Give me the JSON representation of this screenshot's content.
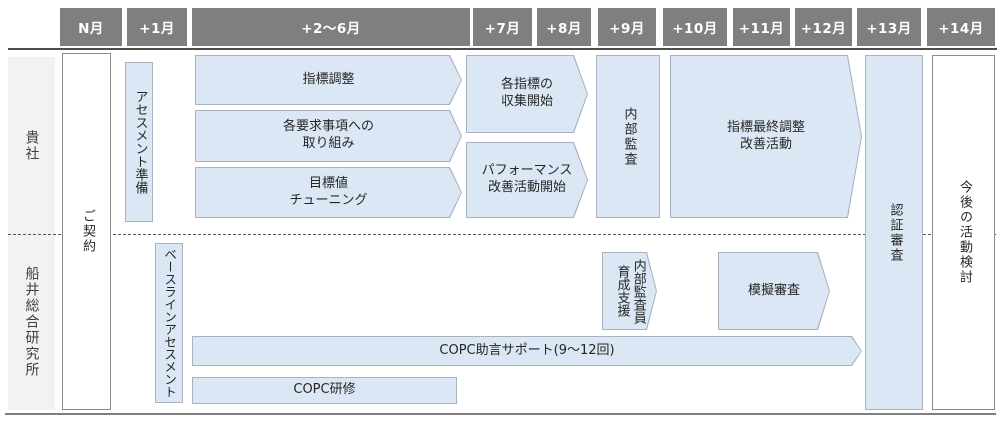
{
  "timeline": {
    "months": [
      "N月",
      "+1月",
      "+2～6月",
      "+7月",
      "+8月",
      "+9月",
      "+10月",
      "+11月",
      "+12月",
      "+13月",
      "+14月"
    ]
  },
  "row_labels": {
    "client": "貴社",
    "consultant": "船井総合研究所"
  },
  "shared_tasks": {
    "contract": "ご契約",
    "certification_audit": "認証審査",
    "future_review": "今後の活動検討"
  },
  "client_tasks": {
    "assessment_prep": "アセスメント準備",
    "kpi_adjust": "指標調整",
    "requirements": "各要求事項への\n取り組み",
    "target_tuning": "目標値\nチューニング",
    "kpi_collection_start": "各指標の\n収集開始",
    "performance_start": "パフォーマンス\n改善活動開始",
    "internal_audit": "内部監査",
    "final_adjust": "指標最終調整\n改善活動"
  },
  "consultant_tasks": {
    "baseline_assessment": "ベースラインアセスメント",
    "auditor_training": "内部監査員\n育成支援",
    "mock_audit": "模擬審査",
    "copc_support": "COPC助言サポート(9～12回)",
    "copc_training": "COPC研修"
  },
  "colors": {
    "header_bg": "#7f7f7f",
    "header_text": "#ffffff",
    "task_fill": "#dbe7f4",
    "task_border": "#a9b3c0",
    "white_box_border": "#8b8b97",
    "row_label_bg": "#f2f2f2",
    "divider": "#595959",
    "text": "#262626"
  }
}
